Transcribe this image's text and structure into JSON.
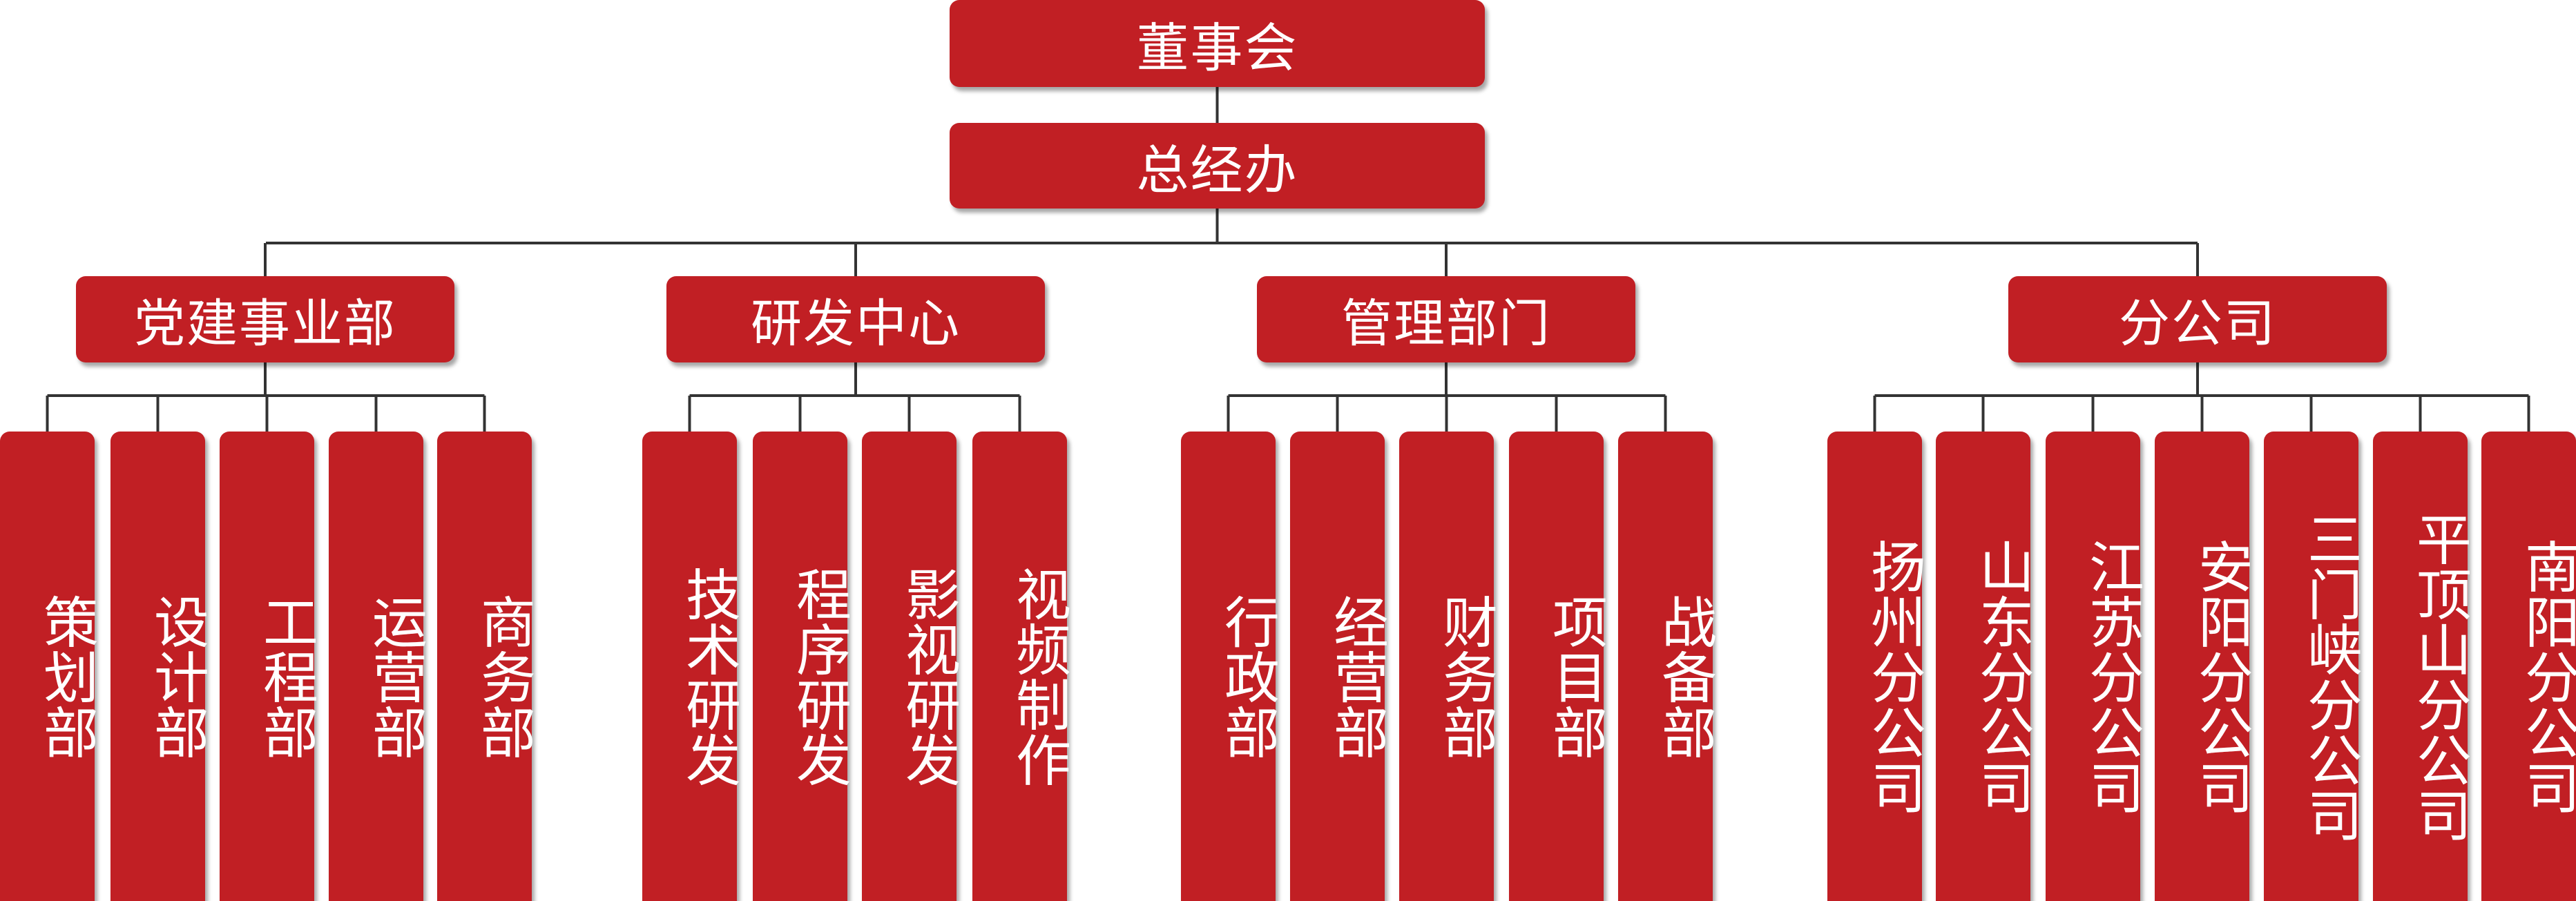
{
  "chart_data": {
    "type": "",
    "root": "董事会",
    "office": "总经办",
    "departments": [
      {
        "label": "党建事业部",
        "children": [
          "策划部",
          "设计部",
          "工程部",
          "运营部",
          "商务部"
        ]
      },
      {
        "label": "研发中心",
        "children": [
          "技术研发",
          "程序研发",
          "影视研发",
          "视频制作"
        ]
      },
      {
        "label": "管理部门",
        "children": [
          "行政部",
          "经营部",
          "财务部",
          "项目部",
          "战备部"
        ]
      },
      {
        "label": "分公司",
        "children": [
          "扬州分公司",
          "山东分公司",
          "江苏分公司",
          "安阳分公司",
          "三门峡分公司",
          "平顶山分公司",
          "南阳分公司"
        ]
      }
    ]
  },
  "colors": {
    "node_fill": "#c11f24",
    "node_text": "#ffffff",
    "connector": "#333333"
  }
}
